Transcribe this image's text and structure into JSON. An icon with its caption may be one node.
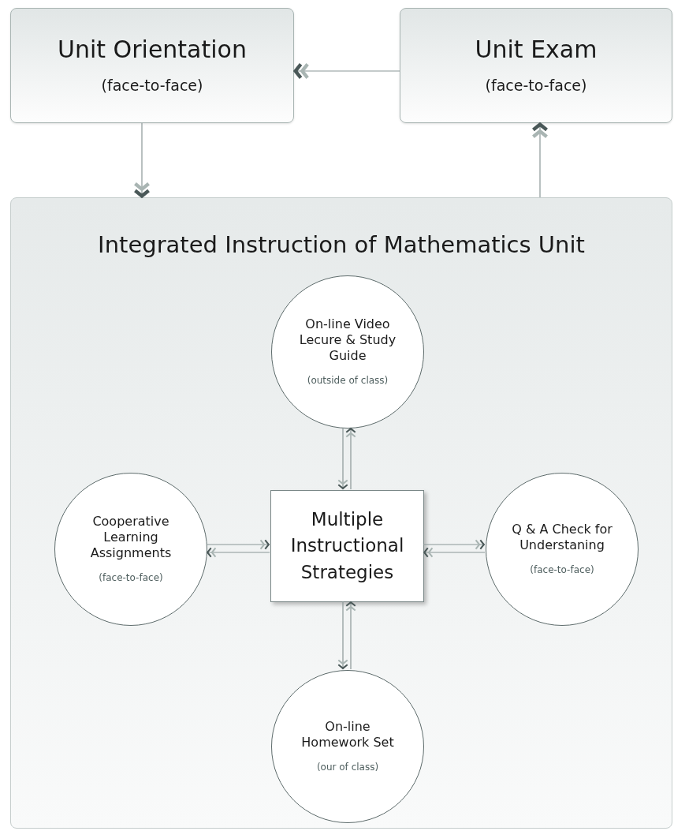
{
  "diagram": {
    "nodes": [
      {
        "text": [
          "Unit Orientation",
          "(face-to-face)"
        ]
      },
      {
        "text": [
          "Unit Exam",
          "(face-to-face)"
        ]
      },
      {
        "text": [
          "Integrated Instruction of Mathematics Unit"
        ]
      },
      {
        "text": [
          "On-line Video Lecure & Study Guide",
          "(outside of class)"
        ],
        "in": 2
      },
      {
        "text": [
          "Cooperative Learning Assignments",
          "(face-to-face)"
        ],
        "in": 2
      },
      {
        "text": [
          "Multiple Instructional Strategies"
        ],
        "in": 2
      },
      {
        "text": [
          "Q & A Check for Understaning",
          "(face-to-face)"
        ],
        "in": 2
      },
      {
        "text": [
          "On-line Homework Set",
          "(our of class)"
        ],
        "in": 2
      }
    ],
    "edges": [
      {
        "from": 1,
        "to": 0,
        "arrow": "to"
      },
      {
        "from": 0,
        "to": 2,
        "arrow": "to"
      },
      {
        "from": 2,
        "to": 1,
        "arrow": "to"
      },
      {
        "from": 3,
        "to": 5,
        "arrow": "to"
      },
      {
        "from": 5,
        "to": 3,
        "arrow": "to"
      },
      {
        "from": 4,
        "to": 5,
        "arrow": "to"
      },
      {
        "from": 5,
        "to": 4,
        "arrow": "to"
      },
      {
        "from": 6,
        "to": 5,
        "arrow": "to"
      },
      {
        "from": 5,
        "to": 6,
        "arrow": "to"
      },
      {
        "from": 7,
        "to": 5,
        "arrow": "to"
      },
      {
        "from": 5,
        "to": 7,
        "arrow": "to"
      }
    ]
  }
}
